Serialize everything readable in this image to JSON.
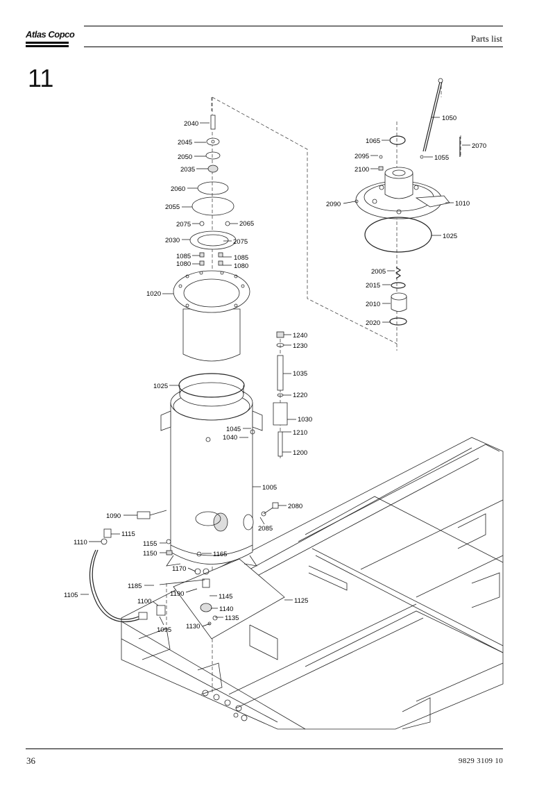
{
  "header": {
    "brand": "Atlas Copco",
    "title": "Parts list"
  },
  "section_number": "11",
  "footer": {
    "page_number": "36",
    "document_number": "9829 3109 10"
  },
  "callouts": {
    "c2040": "2040",
    "c2045": "2045",
    "c2050": "2050",
    "c2035": "2035",
    "c2060": "2060",
    "c2055": "2055",
    "c2075a": "2075",
    "c2065": "2065",
    "c2030": "2030",
    "c2075b": "2075",
    "c1085a": "1085",
    "c1080a": "1080",
    "c1085b": "1085",
    "c1080b": "1080",
    "c1020": "1020",
    "c1025a": "1025",
    "c1240": "1240",
    "c1230": "1230",
    "c1035": "1035",
    "c1220": "1220",
    "c1030": "1030",
    "c1045": "1045",
    "c1040": "1040",
    "c1210": "1210",
    "c1200": "1200",
    "c1005": "1005",
    "c2080": "2080",
    "c2085": "2085",
    "c1090": "1090",
    "c1110": "1110",
    "c1115": "1115",
    "c1155": "1155",
    "c1150": "1150",
    "c1165": "1165",
    "c1170": "1170",
    "c1185": "1185",
    "c1190": "1190",
    "c1145": "1145",
    "c1125": "1125",
    "c1105": "1105",
    "c1100": "1100",
    "c1140": "1140",
    "c1135": "1135",
    "c1130": "1130",
    "c1095": "1095",
    "c1050": "1050",
    "c1065": "1065",
    "c2070": "2070",
    "c2095": "2095",
    "c1055": "1055",
    "c2100": "2100",
    "c2090": "2090",
    "c1010": "1010",
    "c1025b": "1025",
    "c2005": "2005",
    "c2015": "2015",
    "c2010": "2010",
    "c2020": "2020"
  }
}
